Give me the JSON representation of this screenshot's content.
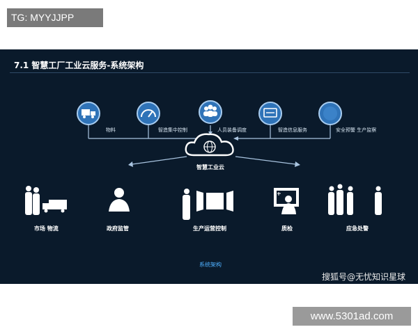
{
  "tag_top": "TG: MYYJJPP",
  "tag_bottom": "www.5301ad.com",
  "slide": {
    "title": "7.1 智慧工厂工业云服务-系统架构",
    "top_nodes": [
      {
        "label": "物料",
        "icon": "truck-icon"
      },
      {
        "label": "智造集中控制",
        "icon": "gauge-icon"
      },
      {
        "label": "人员装备调度",
        "icon": "people-icon"
      },
      {
        "label": "智造信息服务",
        "icon": "server-icon"
      },
      {
        "label": "安全预警 生产监察",
        "icon": "alert-icon"
      }
    ],
    "cloud_label": "智慧工业云",
    "bottom_groups": [
      {
        "label": "市场 物流"
      },
      {
        "label": "政府监管"
      },
      {
        "label": "生产运营控制"
      },
      {
        "label": "质检"
      },
      {
        "label": "应急处警"
      }
    ],
    "footer_caption": "系统架构",
    "watermark": "搜狐号@无忧知识星球"
  },
  "colors": {
    "slide_bg": "#0a1a2b",
    "circle_fill": "#2f73b8",
    "circle_ring": "#a9cdf0",
    "line": "#a9c4e0",
    "accent_caption": "#4fb0ff"
  }
}
